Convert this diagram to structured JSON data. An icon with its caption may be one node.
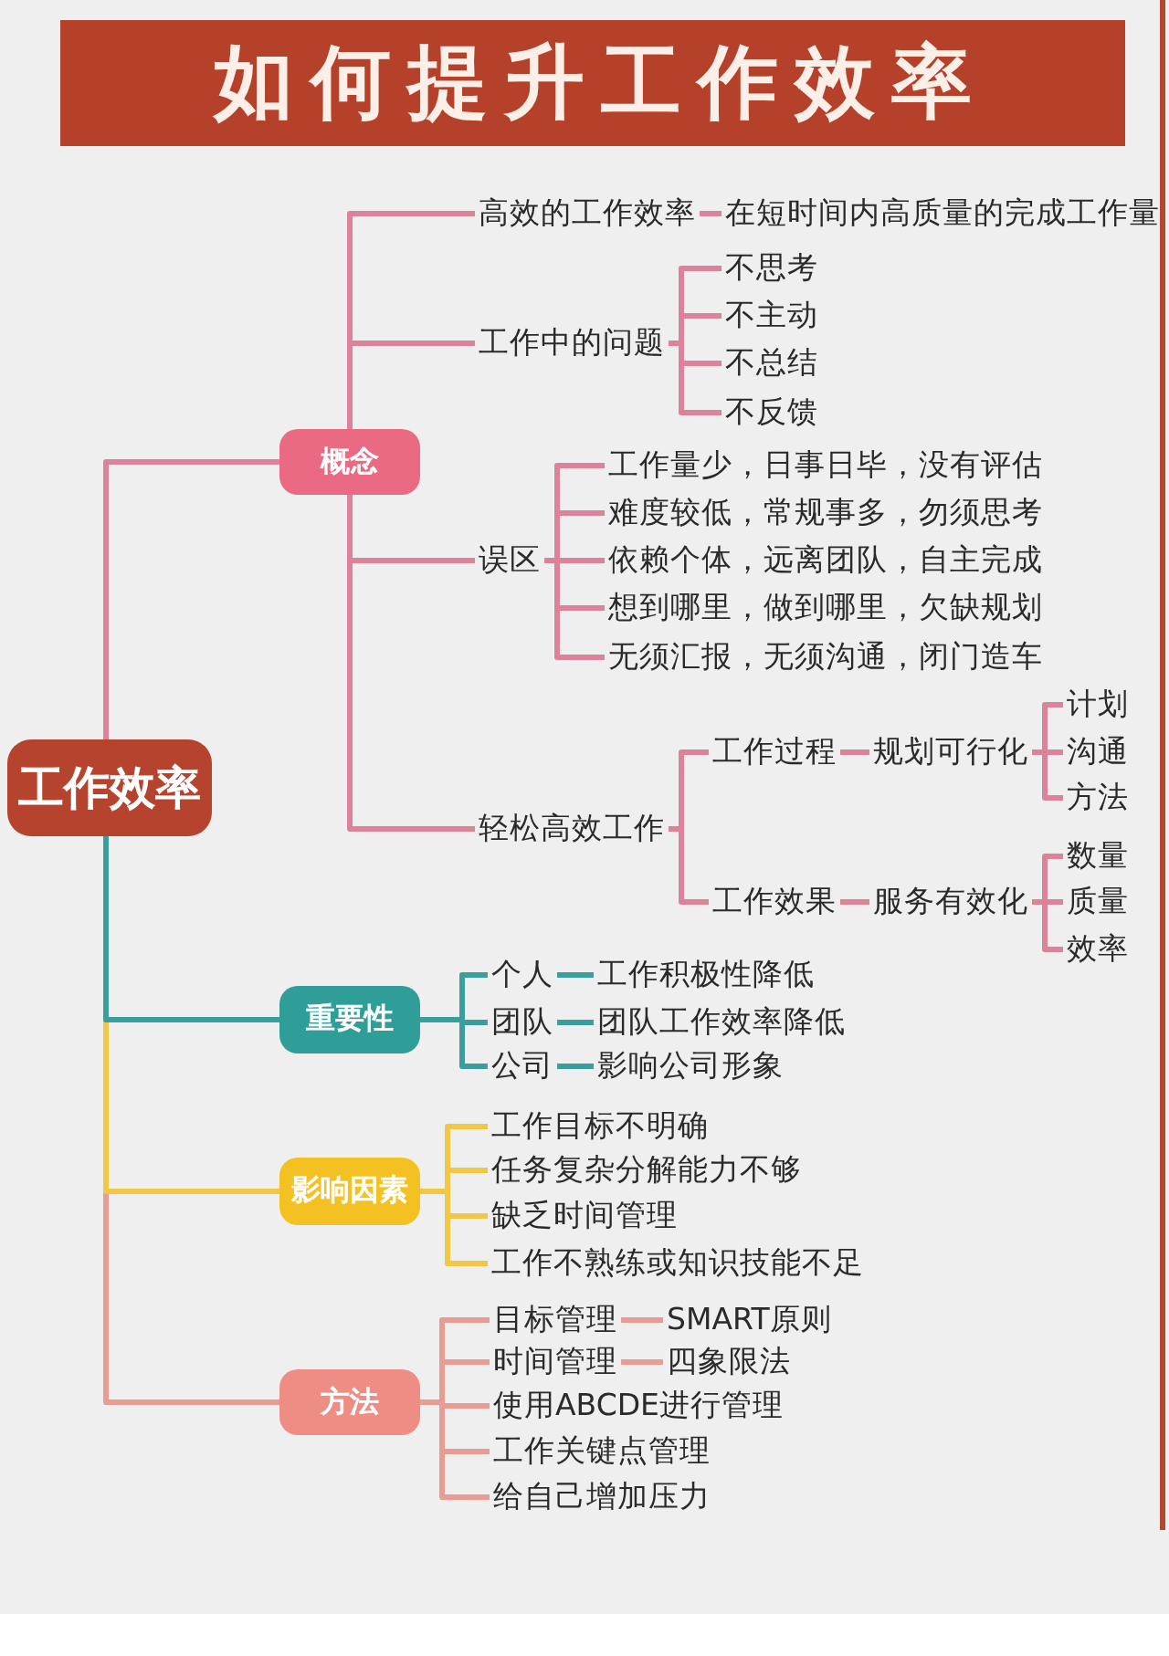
{
  "diagram": {
    "title": "如何提升工作效率",
    "nodes": [
      {
        "text": [
          "工作效率"
        ]
      },
      {
        "text": [
          "概念"
        ]
      },
      {
        "text": [
          "高效的工作效率"
        ]
      },
      {
        "text": [
          "在短时间内高质量的完成工作量"
        ]
      },
      {
        "text": [
          "工作中的问题"
        ]
      },
      {
        "text": [
          "不思考"
        ]
      },
      {
        "text": [
          "不主动"
        ]
      },
      {
        "text": [
          "不总结"
        ]
      },
      {
        "text": [
          "不反馈"
        ]
      },
      {
        "text": [
          "误区"
        ]
      },
      {
        "text": [
          "工作量少，日事日毕，没有评估"
        ]
      },
      {
        "text": [
          "难度较低，常规事多，勿须思考"
        ]
      },
      {
        "text": [
          "依赖个体，远离团队，自主完成"
        ]
      },
      {
        "text": [
          "想到哪里，做到哪里，欠缺规划"
        ]
      },
      {
        "text": [
          "无须汇报，无须沟通，闭门造车"
        ]
      },
      {
        "text": [
          "轻松高效工作"
        ]
      },
      {
        "text": [
          "工作过程"
        ]
      },
      {
        "text": [
          "规划可行化"
        ]
      },
      {
        "text": [
          "计划"
        ]
      },
      {
        "text": [
          "沟通"
        ]
      },
      {
        "text": [
          "方法"
        ]
      },
      {
        "text": [
          "工作效果"
        ]
      },
      {
        "text": [
          "服务有效化"
        ]
      },
      {
        "text": [
          "数量"
        ]
      },
      {
        "text": [
          "质量"
        ]
      },
      {
        "text": [
          "效率"
        ]
      },
      {
        "text": [
          "重要性"
        ]
      },
      {
        "text": [
          "个人"
        ]
      },
      {
        "text": [
          "工作积极性降低"
        ]
      },
      {
        "text": [
          "团队"
        ]
      },
      {
        "text": [
          "团队工作效率降低"
        ]
      },
      {
        "text": [
          "公司"
        ]
      },
      {
        "text": [
          "影响公司形象"
        ]
      },
      {
        "text": [
          "影响因素"
        ]
      },
      {
        "text": [
          "工作目标不明确"
        ]
      },
      {
        "text": [
          "任务复杂分解能力不够"
        ]
      },
      {
        "text": [
          "缺乏时间管理"
        ]
      },
      {
        "text": [
          "工作不熟练或知识技能不足"
        ]
      },
      {
        "text": [
          "方法"
        ]
      },
      {
        "text": [
          "目标管理"
        ]
      },
      {
        "text": [
          "SMART原则"
        ]
      },
      {
        "text": [
          "时间管理"
        ]
      },
      {
        "text": [
          "四象限法"
        ]
      },
      {
        "text": [
          "使用ABCDE进行管理"
        ]
      },
      {
        "text": [
          "工作关键点管理"
        ]
      },
      {
        "text": [
          "给自己增加压力"
        ]
      }
    ],
    "edges": [
      {
        "from": 0,
        "to": 1,
        "arrow": "none"
      },
      {
        "from": 1,
        "to": 2,
        "arrow": "none"
      },
      {
        "from": 2,
        "to": 3,
        "arrow": "none"
      },
      {
        "from": 1,
        "to": 4,
        "arrow": "none"
      },
      {
        "from": 4,
        "to": 5,
        "arrow": "none"
      },
      {
        "from": 4,
        "to": 6,
        "arrow": "none"
      },
      {
        "from": 4,
        "to": 7,
        "arrow": "none"
      },
      {
        "from": 4,
        "to": 8,
        "arrow": "none"
      },
      {
        "from": 1,
        "to": 9,
        "arrow": "none"
      },
      {
        "from": 9,
        "to": 10,
        "arrow": "none"
      },
      {
        "from": 9,
        "to": 11,
        "arrow": "none"
      },
      {
        "from": 9,
        "to": 12,
        "arrow": "none"
      },
      {
        "from": 9,
        "to": 13,
        "arrow": "none"
      },
      {
        "from": 9,
        "to": 14,
        "arrow": "none"
      },
      {
        "from": 1,
        "to": 15,
        "arrow": "none"
      },
      {
        "from": 15,
        "to": 16,
        "arrow": "none"
      },
      {
        "from": 16,
        "to": 17,
        "arrow": "none"
      },
      {
        "from": 17,
        "to": 18,
        "arrow": "none"
      },
      {
        "from": 17,
        "to": 19,
        "arrow": "none"
      },
      {
        "from": 17,
        "to": 20,
        "arrow": "none"
      },
      {
        "from": 15,
        "to": 21,
        "arrow": "none"
      },
      {
        "from": 21,
        "to": 22,
        "arrow": "none"
      },
      {
        "from": 22,
        "to": 23,
        "arrow": "none"
      },
      {
        "from": 22,
        "to": 24,
        "arrow": "none"
      },
      {
        "from": 22,
        "to": 25,
        "arrow": "none"
      },
      {
        "from": 0,
        "to": 26,
        "arrow": "none",
        "color": "#3a9e9c"
      },
      {
        "from": 26,
        "to": 27,
        "arrow": "none",
        "color": "#3a9e9c"
      },
      {
        "from": 27,
        "to": 28,
        "arrow": "none",
        "color": "#3a9e9c"
      },
      {
        "from": 26,
        "to": 29,
        "arrow": "none",
        "color": "#3a9e9c"
      },
      {
        "from": 29,
        "to": 30,
        "arrow": "none",
        "color": "#3a9e9c"
      },
      {
        "from": 26,
        "to": 31,
        "arrow": "none",
        "color": "#3a9e9c"
      },
      {
        "from": 31,
        "to": 32,
        "arrow": "none",
        "color": "#3a9e9c"
      },
      {
        "from": 0,
        "to": 33,
        "arrow": "none",
        "color": "#f2c744"
      },
      {
        "from": 33,
        "to": 34,
        "arrow": "none",
        "color": "#f2c744"
      },
      {
        "from": 33,
        "to": 35,
        "arrow": "none",
        "color": "#f2c744"
      },
      {
        "from": 33,
        "to": 36,
        "arrow": "none",
        "color": "#f2c744"
      },
      {
        "from": 33,
        "to": 37,
        "arrow": "none",
        "color": "#f2c744"
      },
      {
        "from": 0,
        "to": 38,
        "arrow": "none",
        "color": "#e79d93"
      },
      {
        "from": 38,
        "to": 39,
        "arrow": "none",
        "color": "#e79d93"
      },
      {
        "from": 39,
        "to": 40,
        "arrow": "none",
        "color": "#e79d93"
      },
      {
        "from": 38,
        "to": 41,
        "arrow": "none",
        "color": "#e79d93"
      },
      {
        "from": 41,
        "to": 42,
        "arrow": "none",
        "color": "#e79d93"
      },
      {
        "from": 38,
        "to": 43,
        "arrow": "none",
        "color": "#e79d93"
      },
      {
        "from": 38,
        "to": 44,
        "arrow": "none",
        "color": "#e79d93"
      },
      {
        "from": 38,
        "to": 45,
        "arrow": "none",
        "color": "#e79d93"
      }
    ]
  }
}
